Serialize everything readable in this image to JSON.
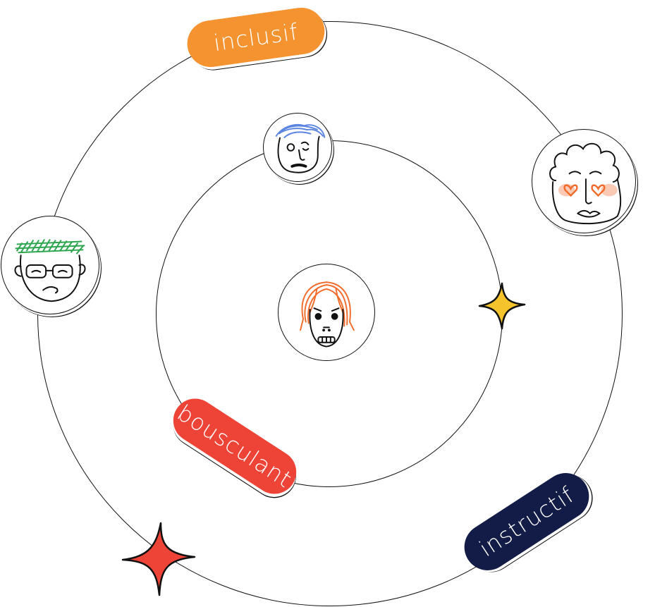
{
  "labels": {
    "inclusif": "inclusif",
    "bousculant": "bousculant",
    "instructif": "instructif"
  },
  "colors": {
    "inclusif": "#F59331",
    "bousculant": "#EE4438",
    "instructif": "#131C46",
    "green": "#2DA44E",
    "blue": "#5B84E0",
    "orange": "#F26B2A",
    "heart": "#F26B2A",
    "sparkle_yellow": "#F5C32C",
    "sparkle_red": "#EE4438"
  },
  "icons": [
    "face-with-glasses-icon",
    "face-blue-hair-icon",
    "face-curly-hair-icon",
    "face-orange-hair-icon",
    "sparkle-yellow-icon",
    "sparkle-red-icon"
  ]
}
